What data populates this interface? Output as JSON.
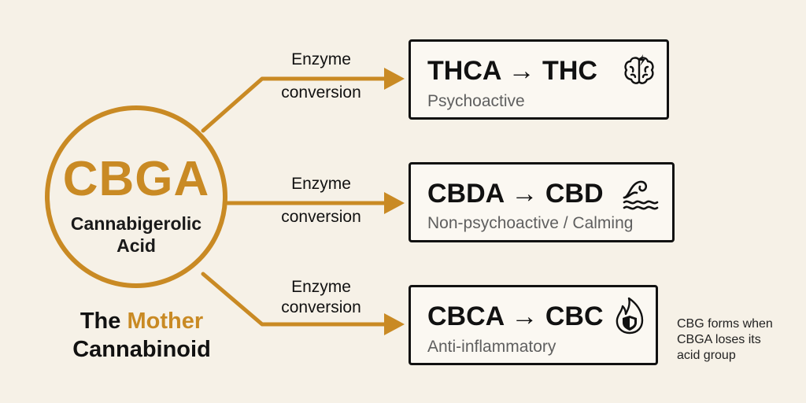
{
  "hub": {
    "abbr": "CBGA",
    "name": "Cannabigerolic\nAcid"
  },
  "caption": {
    "prefix": "The ",
    "accent_word": "Mother",
    "rest": "Cannabinoid"
  },
  "branches": [
    {
      "enzyme_line1": "Enzyme",
      "enzyme_line2": "conversion",
      "formula": "THCA → THC",
      "description": "Psychoactive",
      "icon": "brain-icon"
    },
    {
      "enzyme_line1": "Enzyme",
      "enzyme_line2": "conversion",
      "formula": "CBDA → CBD",
      "description": "Non-psychoactive / Calming",
      "icon": "wave-icon"
    },
    {
      "enzyme_line1": "Enzyme",
      "enzyme_line2": "conversion",
      "formula": "CBCA → CBC",
      "description": "Anti-inflammatory",
      "icon": "flame-shield-icon"
    }
  ],
  "side_note": "CBG forms when\n CBGA loses its\nacid group",
  "colors": {
    "accent": "#c98a24",
    "background": "#f6f1e7",
    "text": "#111111",
    "muted": "#5f5f5f"
  }
}
